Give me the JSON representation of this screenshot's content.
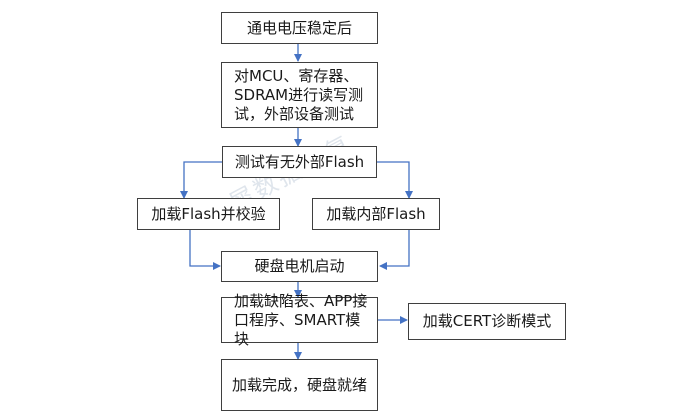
{
  "diagram": {
    "nodes": {
      "power_stable": "通电电压稳定后",
      "rw_test": "对MCU、寄存器、\nSDRAM进行读写测\n试，外部设备测试",
      "flash_check": "测试有无外部Flash",
      "load_ext_flash": "加载Flash并校验",
      "load_int_flash": "加载内部Flash",
      "disk_motor_start": "硬盘电机启动",
      "load_modules": "加载缺陷表、APP接\n口程序、SMART模块",
      "cert_mode": "加载CERT诊断模式",
      "disk_ready": "加载完成，硬盘就绪"
    },
    "watermark": "灵犀数据恢复",
    "colors": {
      "arrow": "#4472c4",
      "border": "#3f3f3f"
    }
  }
}
